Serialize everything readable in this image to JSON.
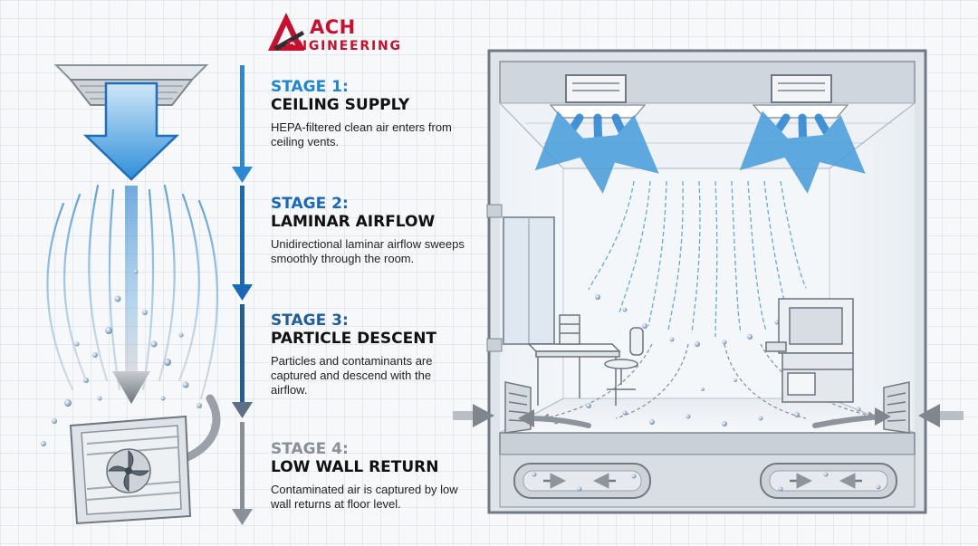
{
  "brand": {
    "name_line1": "ACH",
    "name_line2": "ENGINEERING",
    "color": "#c8102e"
  },
  "stages": [
    {
      "number": "STAGE 1:",
      "title": "CEILING SUPPLY",
      "description": "HEPA-filtered clean air enters from ceiling vents.",
      "color": "#1f86d1"
    },
    {
      "number": "STAGE 2:",
      "title": "LAMINAR AIRFLOW",
      "description": "Unidirectional laminar airflow sweeps smoothly through the room.",
      "color": "#1a68b8"
    },
    {
      "number": "STAGE 3:",
      "title": "PARTICLE DESCENT",
      "description": "Particles and contaminants are captured and descend with the airflow.",
      "color": "#1f5d9c"
    },
    {
      "number": "STAGE 4:",
      "title": "LOW WALL RETURN",
      "description": "Contaminated air is captured by low wall returns at floor level.",
      "color": "#8a9097"
    }
  ]
}
